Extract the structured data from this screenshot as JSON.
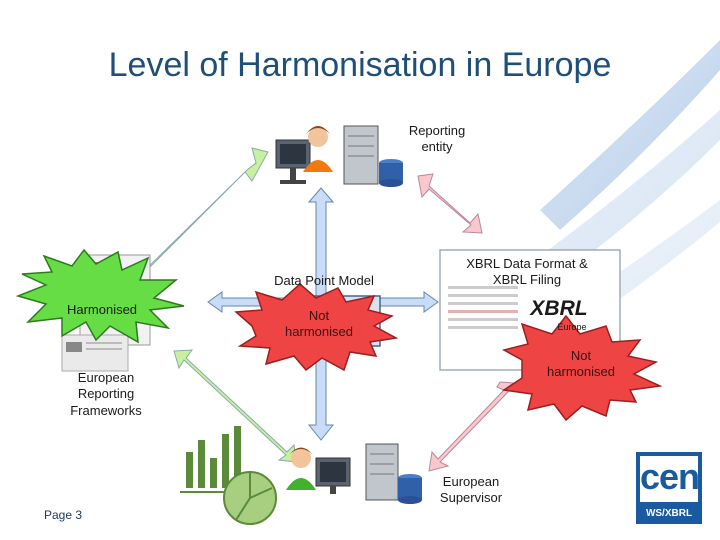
{
  "title": "Level of Harmonisation in Europe",
  "nodes": {
    "reporting_entity": "Reporting entity",
    "data_point_model": "Data Point Model",
    "xbrl": "XBRL Data Format & XBRL Filing",
    "frameworks": "European Reporting Frameworks",
    "supervisor": "European Supervisor"
  },
  "badges": {
    "harmonised": "Harmonised",
    "not_harmonised_center": "Not harmonised",
    "not_harmonised_right": "Not harmonised"
  },
  "xbrl_logo": "XBRL",
  "xbrl_logo_sub": "Europe",
  "logo": {
    "top": "cen",
    "bottom": "WS/XBRL"
  },
  "page": "Page 3",
  "colors": {
    "title": "#1f4e79",
    "starburst": "#66dd44",
    "starburst_red": "#ee4444",
    "arrow_green": "#c8f0a0",
    "arrow_pink": "#f8c8cc",
    "arrow_blue": "#c8dcf8",
    "logo": "#1a5aa0"
  }
}
